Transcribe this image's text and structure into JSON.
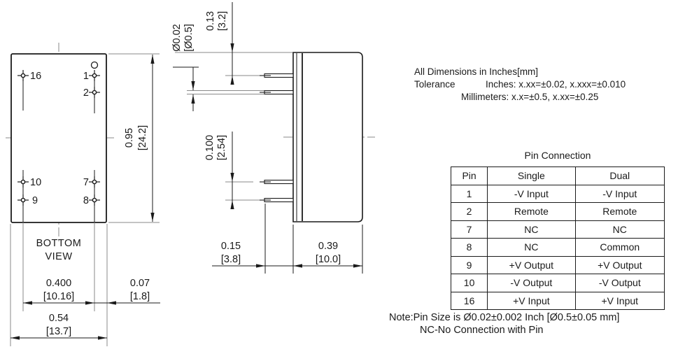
{
  "bottom_view": {
    "caption_line1": "BOTTOM",
    "caption_line2": "VIEW",
    "pin_labels": {
      "p16": "16",
      "p1": "1",
      "p2": "2",
      "p10": "10",
      "p9": "9",
      "p7": "7",
      "p8": "8"
    },
    "dims": {
      "height_in": "0.95",
      "height_mm": "[24.2]",
      "pitch_in": "0.400",
      "pitch_mm": "[10.16]",
      "edge_in": "0.07",
      "edge_mm": "[1.8]",
      "width_in": "0.54",
      "width_mm": "[13.7]"
    }
  },
  "side_view": {
    "dims": {
      "pin_dia_in": "Ø0.02",
      "pin_dia_mm": "[Ø0.5]",
      "standoff_in": "0.13",
      "standoff_mm": "[3.2]",
      "pitch_in": "0.100",
      "pitch_mm": "[2.54]",
      "pin_len_in": "0.15",
      "pin_len_mm": "[3.8]",
      "depth_in": "0.39",
      "depth_mm": "[10.0]"
    }
  },
  "notes": {
    "line1": "All Dimensions in Inches[mm]",
    "tolerance_label": "Tolerance",
    "tolerance_inches": "Inches: x.xx=±0.02, x.xxx=±0.010",
    "tolerance_mm": "Millimeters: x.x=±0.5, x.xx=±0.25"
  },
  "pin_table": {
    "title": "Pin Connection",
    "headers": [
      "Pin",
      "Single",
      "Dual"
    ],
    "rows": [
      {
        "pin": "1",
        "single": "-V Input",
        "dual": "-V Input"
      },
      {
        "pin": "2",
        "single": "Remote",
        "dual": "Remote"
      },
      {
        "pin": "7",
        "single": "NC",
        "dual": "NC"
      },
      {
        "pin": "8",
        "single": "NC",
        "dual": "Common"
      },
      {
        "pin": "9",
        "single": "+V Output",
        "dual": "+V Output"
      },
      {
        "pin": "10",
        "single": "-V Output",
        "dual": "-V Output"
      },
      {
        "pin": "16",
        "single": "+V Input",
        "dual": "+V Input"
      }
    ]
  },
  "footnote": {
    "line1": "Note:Pin Size is Ø0.02±0.002 Inch [Ø0.5±0.05 mm]",
    "line2": "NC-No Connection with Pin"
  },
  "colors": {
    "line": "#1a1a1a",
    "extension": "#8a8a8a",
    "background": "#ffffff"
  }
}
